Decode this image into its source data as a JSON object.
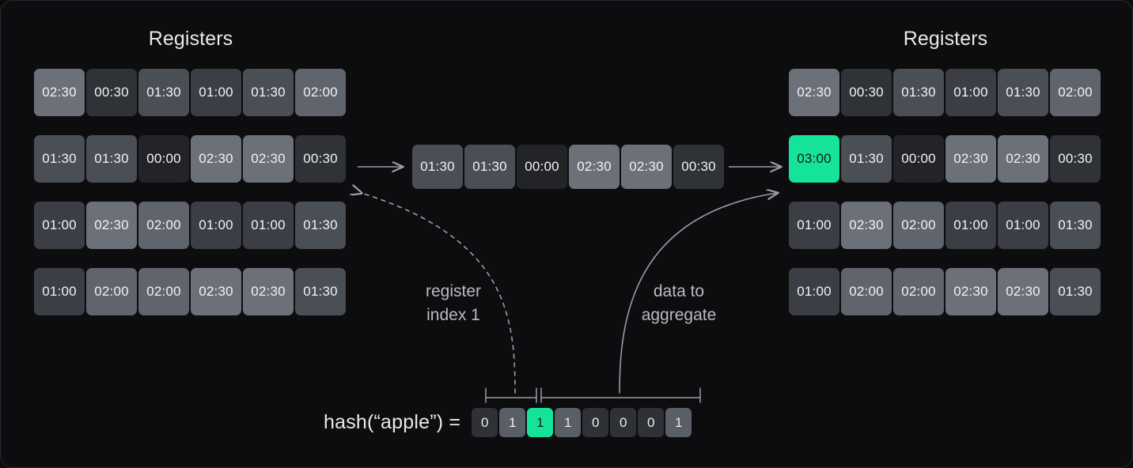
{
  "colors": {
    "background": "#0d0d0f",
    "border": "#2a2a2e",
    "accent_green": "#16e39a",
    "text_primary": "#e8e9ea",
    "text_muted": "#b9bbbe",
    "stroke": "#9a9da1"
  },
  "panels": {
    "left": {
      "title": "Registers",
      "rows": [
        [
          "02:30",
          "00:30",
          "01:30",
          "01:00",
          "01:30",
          "02:00"
        ],
        [
          "01:30",
          "01:30",
          "00:00",
          "02:30",
          "02:30",
          "00:30"
        ],
        [
          "01:00",
          "02:30",
          "02:00",
          "01:00",
          "01:00",
          "01:30"
        ],
        [
          "01:00",
          "02:00",
          "02:00",
          "02:30",
          "02:30",
          "01:30"
        ]
      ]
    },
    "right": {
      "title": "Registers",
      "rows": [
        [
          "02:30",
          "00:30",
          "01:30",
          "01:00",
          "01:30",
          "02:00"
        ],
        [
          "03:00",
          "01:30",
          "00:00",
          "02:30",
          "02:30",
          "00:30"
        ],
        [
          "01:00",
          "02:30",
          "02:00",
          "01:00",
          "01:00",
          "01:30"
        ],
        [
          "01:00",
          "02:00",
          "02:00",
          "02:30",
          "02:30",
          "01:30"
        ]
      ],
      "highlight": {
        "row": 1,
        "col": 0,
        "value": "03:00"
      }
    }
  },
  "middle_row": {
    "values": [
      "01:30",
      "01:30",
      "00:00",
      "02:30",
      "02:30",
      "00:30"
    ]
  },
  "annotations": {
    "register_index": "register\nindex 1",
    "data_to_aggregate": "data to\naggregate"
  },
  "hash": {
    "label": "hash(“apple”)  =",
    "bits": [
      "0",
      "1",
      "1",
      "1",
      "0",
      "0",
      "0",
      "1"
    ],
    "highlight_index": 2,
    "brackets": [
      {
        "name": "index-bits",
        "from": 0,
        "to": 1
      },
      {
        "name": "data-bits",
        "from": 2,
        "to": 7
      }
    ]
  },
  "icons": {
    "flow_arrow_left": "arrow-right-icon",
    "flow_arrow_right": "arrow-right-icon",
    "index_curve": "dotted-curve-arrow-icon",
    "aggregate_curve": "curve-arrow-icon"
  }
}
